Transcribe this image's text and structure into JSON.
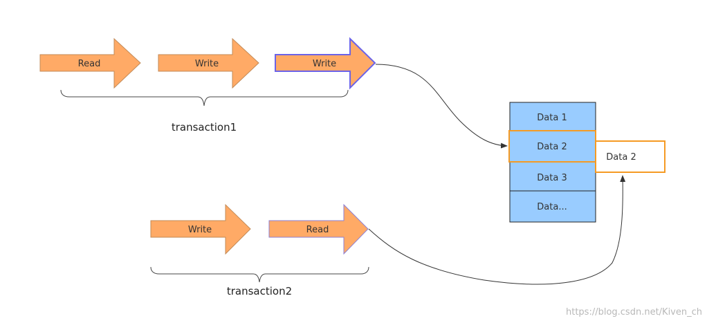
{
  "transaction1": {
    "label": "transaction1",
    "steps": [
      "Read",
      "Write",
      "Write"
    ]
  },
  "transaction2": {
    "label": "transaction2",
    "steps": [
      "Write",
      "Read"
    ]
  },
  "table": {
    "rows": [
      "Data 1",
      "Data 2",
      "Data 3",
      "Data..."
    ]
  },
  "copy_box": {
    "label": "Data 2"
  },
  "watermark": "https://blog.csdn.net/Kiven_ch",
  "colors": {
    "arrow_fill": "#FFAA66",
    "arrow_stroke": "#C28A57",
    "highlight_stroke": "#6B63E8",
    "cell_fill": "#99CCFF",
    "cell_border": "#222222",
    "orange_border": "#F59A23",
    "connector": "#333333"
  }
}
